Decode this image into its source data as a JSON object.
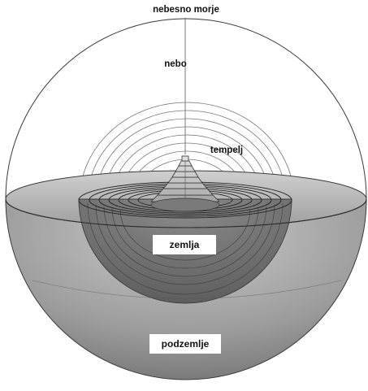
{
  "labels": {
    "top": "nebesno morje",
    "sky": "nebo",
    "temple": "tempelj",
    "earth": "zemlja",
    "underworld": "podzemlje"
  },
  "colors": {
    "background": "#ffffff",
    "line": "#3a3a3a",
    "underworld_shade": "#9a9a9a",
    "earth_shade": "#6f6f6f",
    "disk_fill": "#bdbdbd"
  }
}
